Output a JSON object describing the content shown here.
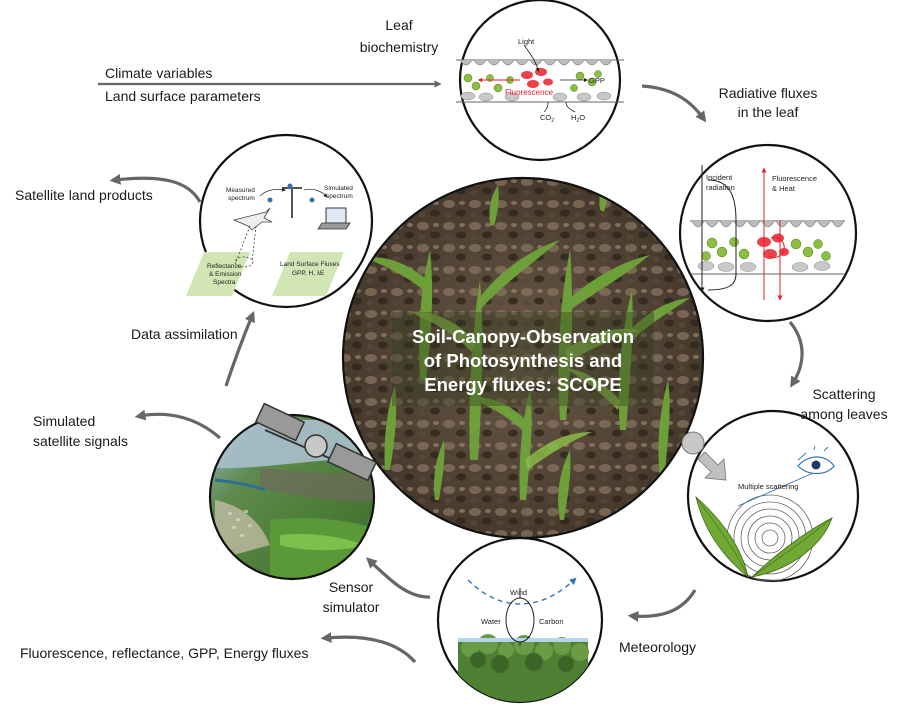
{
  "center": {
    "title_lines": [
      "Soil-Canopy-Observation",
      "of Photosynthesis and",
      "Energy fluxes: SCOPE"
    ]
  },
  "inputs": {
    "line1": "Climate variables",
    "line2": "Land surface parameters"
  },
  "stages": {
    "leaf_biochemistry": [
      "Leaf",
      "biochemistry"
    ],
    "radiative_fluxes": [
      "Radiative fluxes",
      "in the leaf"
    ],
    "scattering": [
      "Scattering",
      "among leaves"
    ],
    "meteorology": "Meteorology",
    "sensor_simulator": [
      "Sensor",
      "simulator"
    ],
    "data_assimilation": "Data assimilation"
  },
  "outputs": {
    "satellite_products": "Satellite land products",
    "simulated_signals": [
      "Simulated",
      "satellite signals"
    ],
    "fluxes": "Fluorescence,  reflectance, GPP, Energy fluxes"
  },
  "leaf_panel": {
    "light": "Light",
    "gpp": "GPP",
    "fluorescence": "Fluorescence",
    "co2": "CO",
    "co2_sub": "2",
    "h2o_a": "H",
    "h2o_sub": "2",
    "h2o_b": "O"
  },
  "radiative_panel": {
    "incident_1": "Incident",
    "incident_2": "radiation",
    "fluor_1": "Fluorescence",
    "fluor_2": "& Heat"
  },
  "scatter_panel": {
    "multiple": "Multiple scattering"
  },
  "meteo_panel": {
    "wind": "Wind",
    "water": "Water",
    "carbon": "Carbon"
  },
  "assim_panel": {
    "measured_1": "Measured",
    "measured_2": "spectrum",
    "simulated_1": "Simulated",
    "simulated_2": "spectrum",
    "refl_1": "Reflectance",
    "refl_2": "& Emission",
    "refl_3": "Spectra",
    "lsf_1": "Land Surface Fluxes",
    "lsf_2": "GPP, H, λE"
  },
  "colors": {
    "arrow": "#666666",
    "fluorescence_red": "#e8202a",
    "leaf_green": "#8cbe3f",
    "photo_green": "#5a8a2c"
  }
}
